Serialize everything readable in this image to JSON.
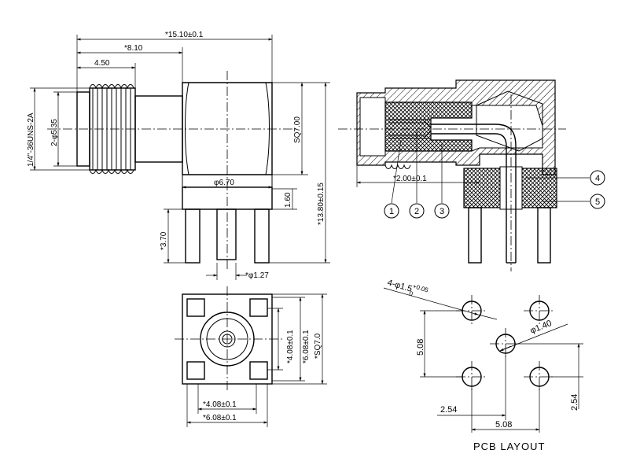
{
  "dimensions": {
    "overall_length": "*15.10±0.1",
    "body_length": "*8.10",
    "thread_length": "4.50",
    "thread_spec": "1/4\"-36UNS-2A",
    "flat_width": "2-φ5.35",
    "square_side": "SQ7.00",
    "height": "*13.80±0.15",
    "dia_670": "φ6.70",
    "step_160": "1.60",
    "pin_length": "*3.70",
    "pin_dia": "*φ1.27",
    "pin_offset": "*2.00±0.1",
    "footprint_inner_h": "*4.08±0.1",
    "footprint_outer_h": "*6.08±0.1",
    "footprint_square": "*SQ7.0",
    "footprint_inner_w": "*4.08±0.1",
    "footprint_outer_w": "*6.08±0.1"
  },
  "callouts": [
    "1",
    "2",
    "3",
    "4",
    "5"
  ],
  "pcb": {
    "holes_label": "4-φ1.5",
    "holes_tol_plus": "+0.05",
    "holes_tol_minus": "0",
    "center_hole": "φ1.40",
    "pitch_vertical": "5.08",
    "pitch_right": "2.54",
    "pitch_bottom_left": "2.54",
    "pitch_bottom": "5.08",
    "title": "PCB LAYOUT"
  }
}
